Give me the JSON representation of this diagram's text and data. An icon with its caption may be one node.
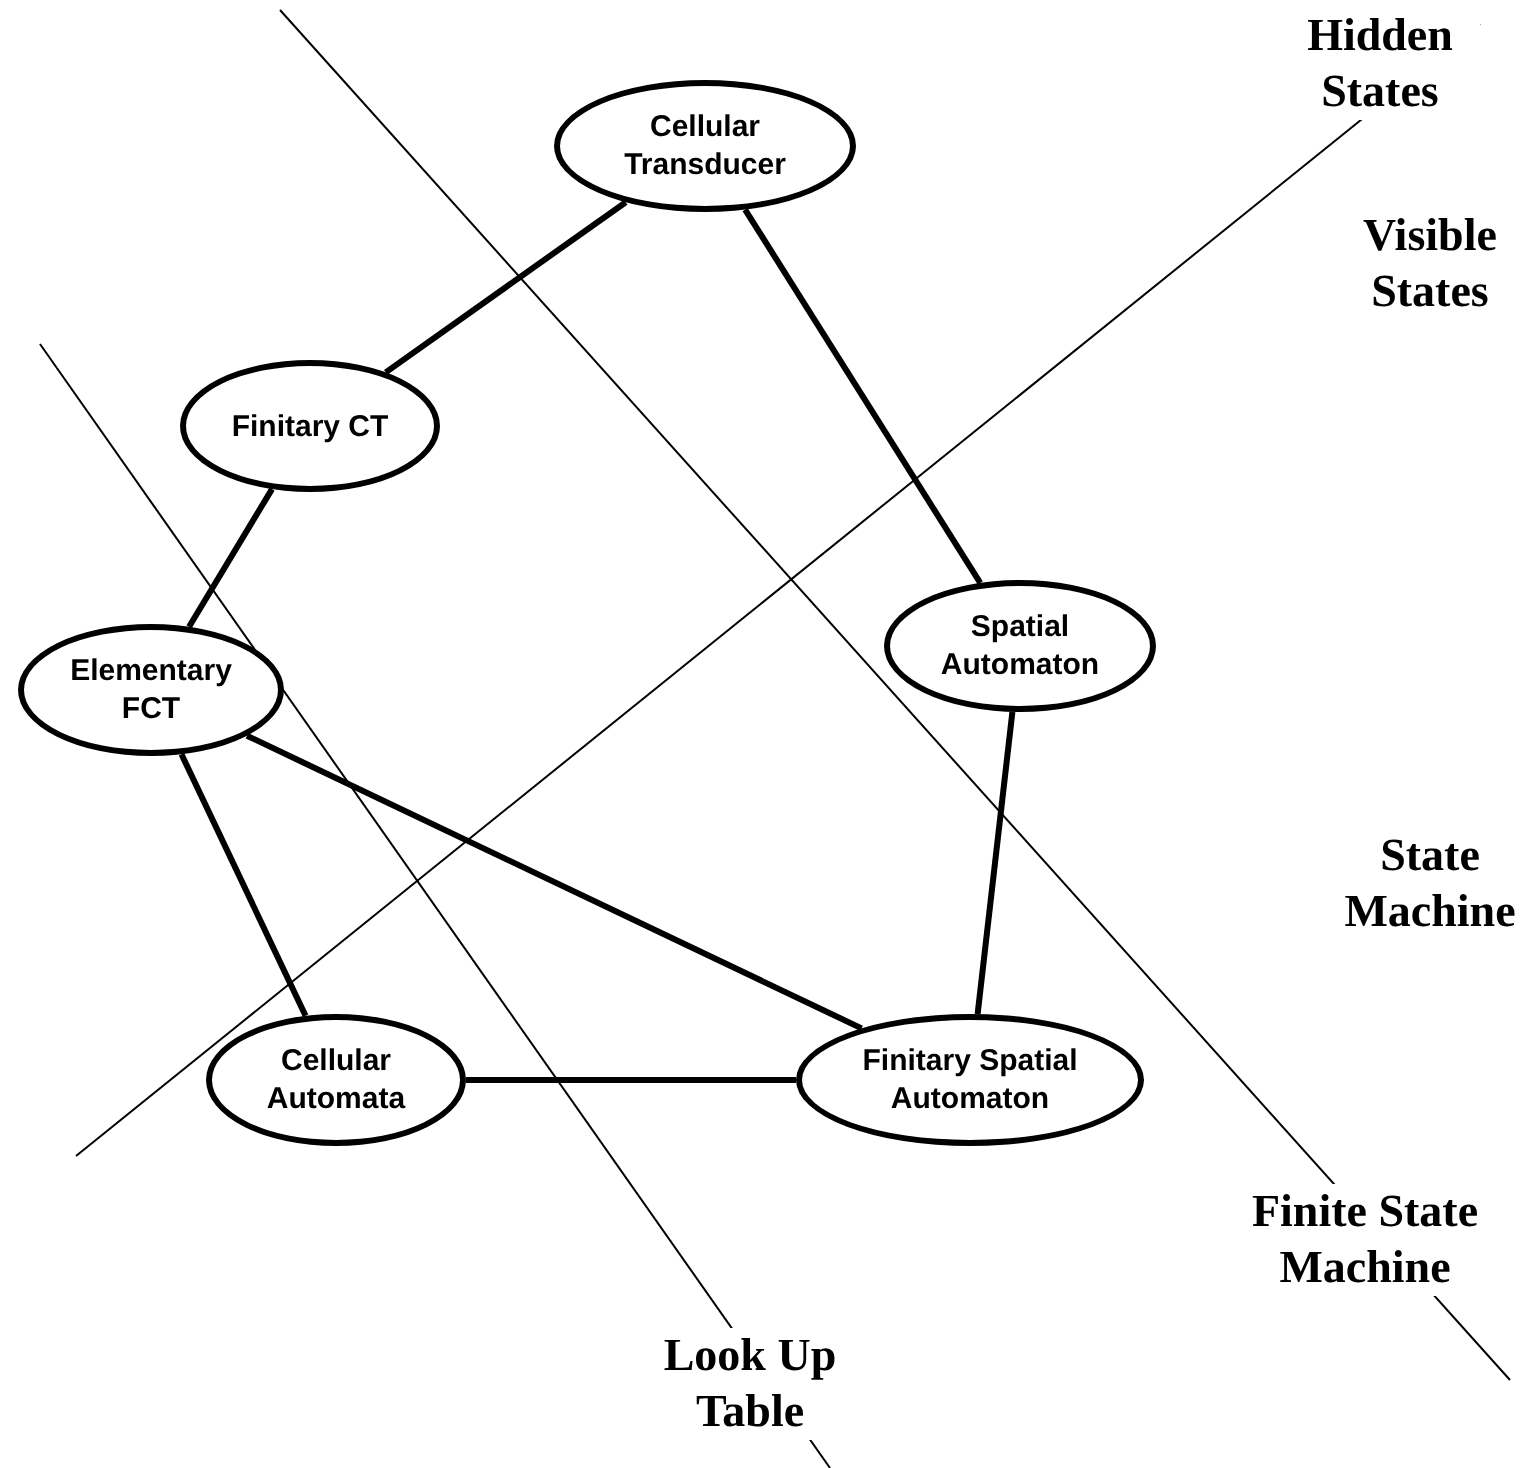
{
  "diagram": {
    "nodes": [
      {
        "text": [
          "Cellular Transducer"
        ]
      },
      {
        "text": [
          "Finitary CT"
        ]
      },
      {
        "text": [
          "Spatial Automaton"
        ]
      },
      {
        "text": [
          "Elementary FCT"
        ]
      },
      {
        "text": [
          "Cellular Automata"
        ]
      },
      {
        "text": [
          "Finitary Spatial Automaton"
        ]
      }
    ],
    "edges": [
      {
        "from": 0,
        "to": 1,
        "arrow": "none"
      },
      {
        "from": 0,
        "to": 2,
        "arrow": "none"
      },
      {
        "from": 1,
        "to": 3,
        "arrow": "none"
      },
      {
        "from": 3,
        "to": 4,
        "arrow": "none"
      },
      {
        "from": 3,
        "to": 5,
        "arrow": "none"
      },
      {
        "from": 4,
        "to": 5,
        "arrow": "none"
      },
      {
        "from": 2,
        "to": 5,
        "arrow": "none"
      }
    ],
    "labels": [
      "Hidden States",
      "Visible States",
      "State Machine",
      "Finite State Machine",
      "Look Up Table"
    ]
  }
}
